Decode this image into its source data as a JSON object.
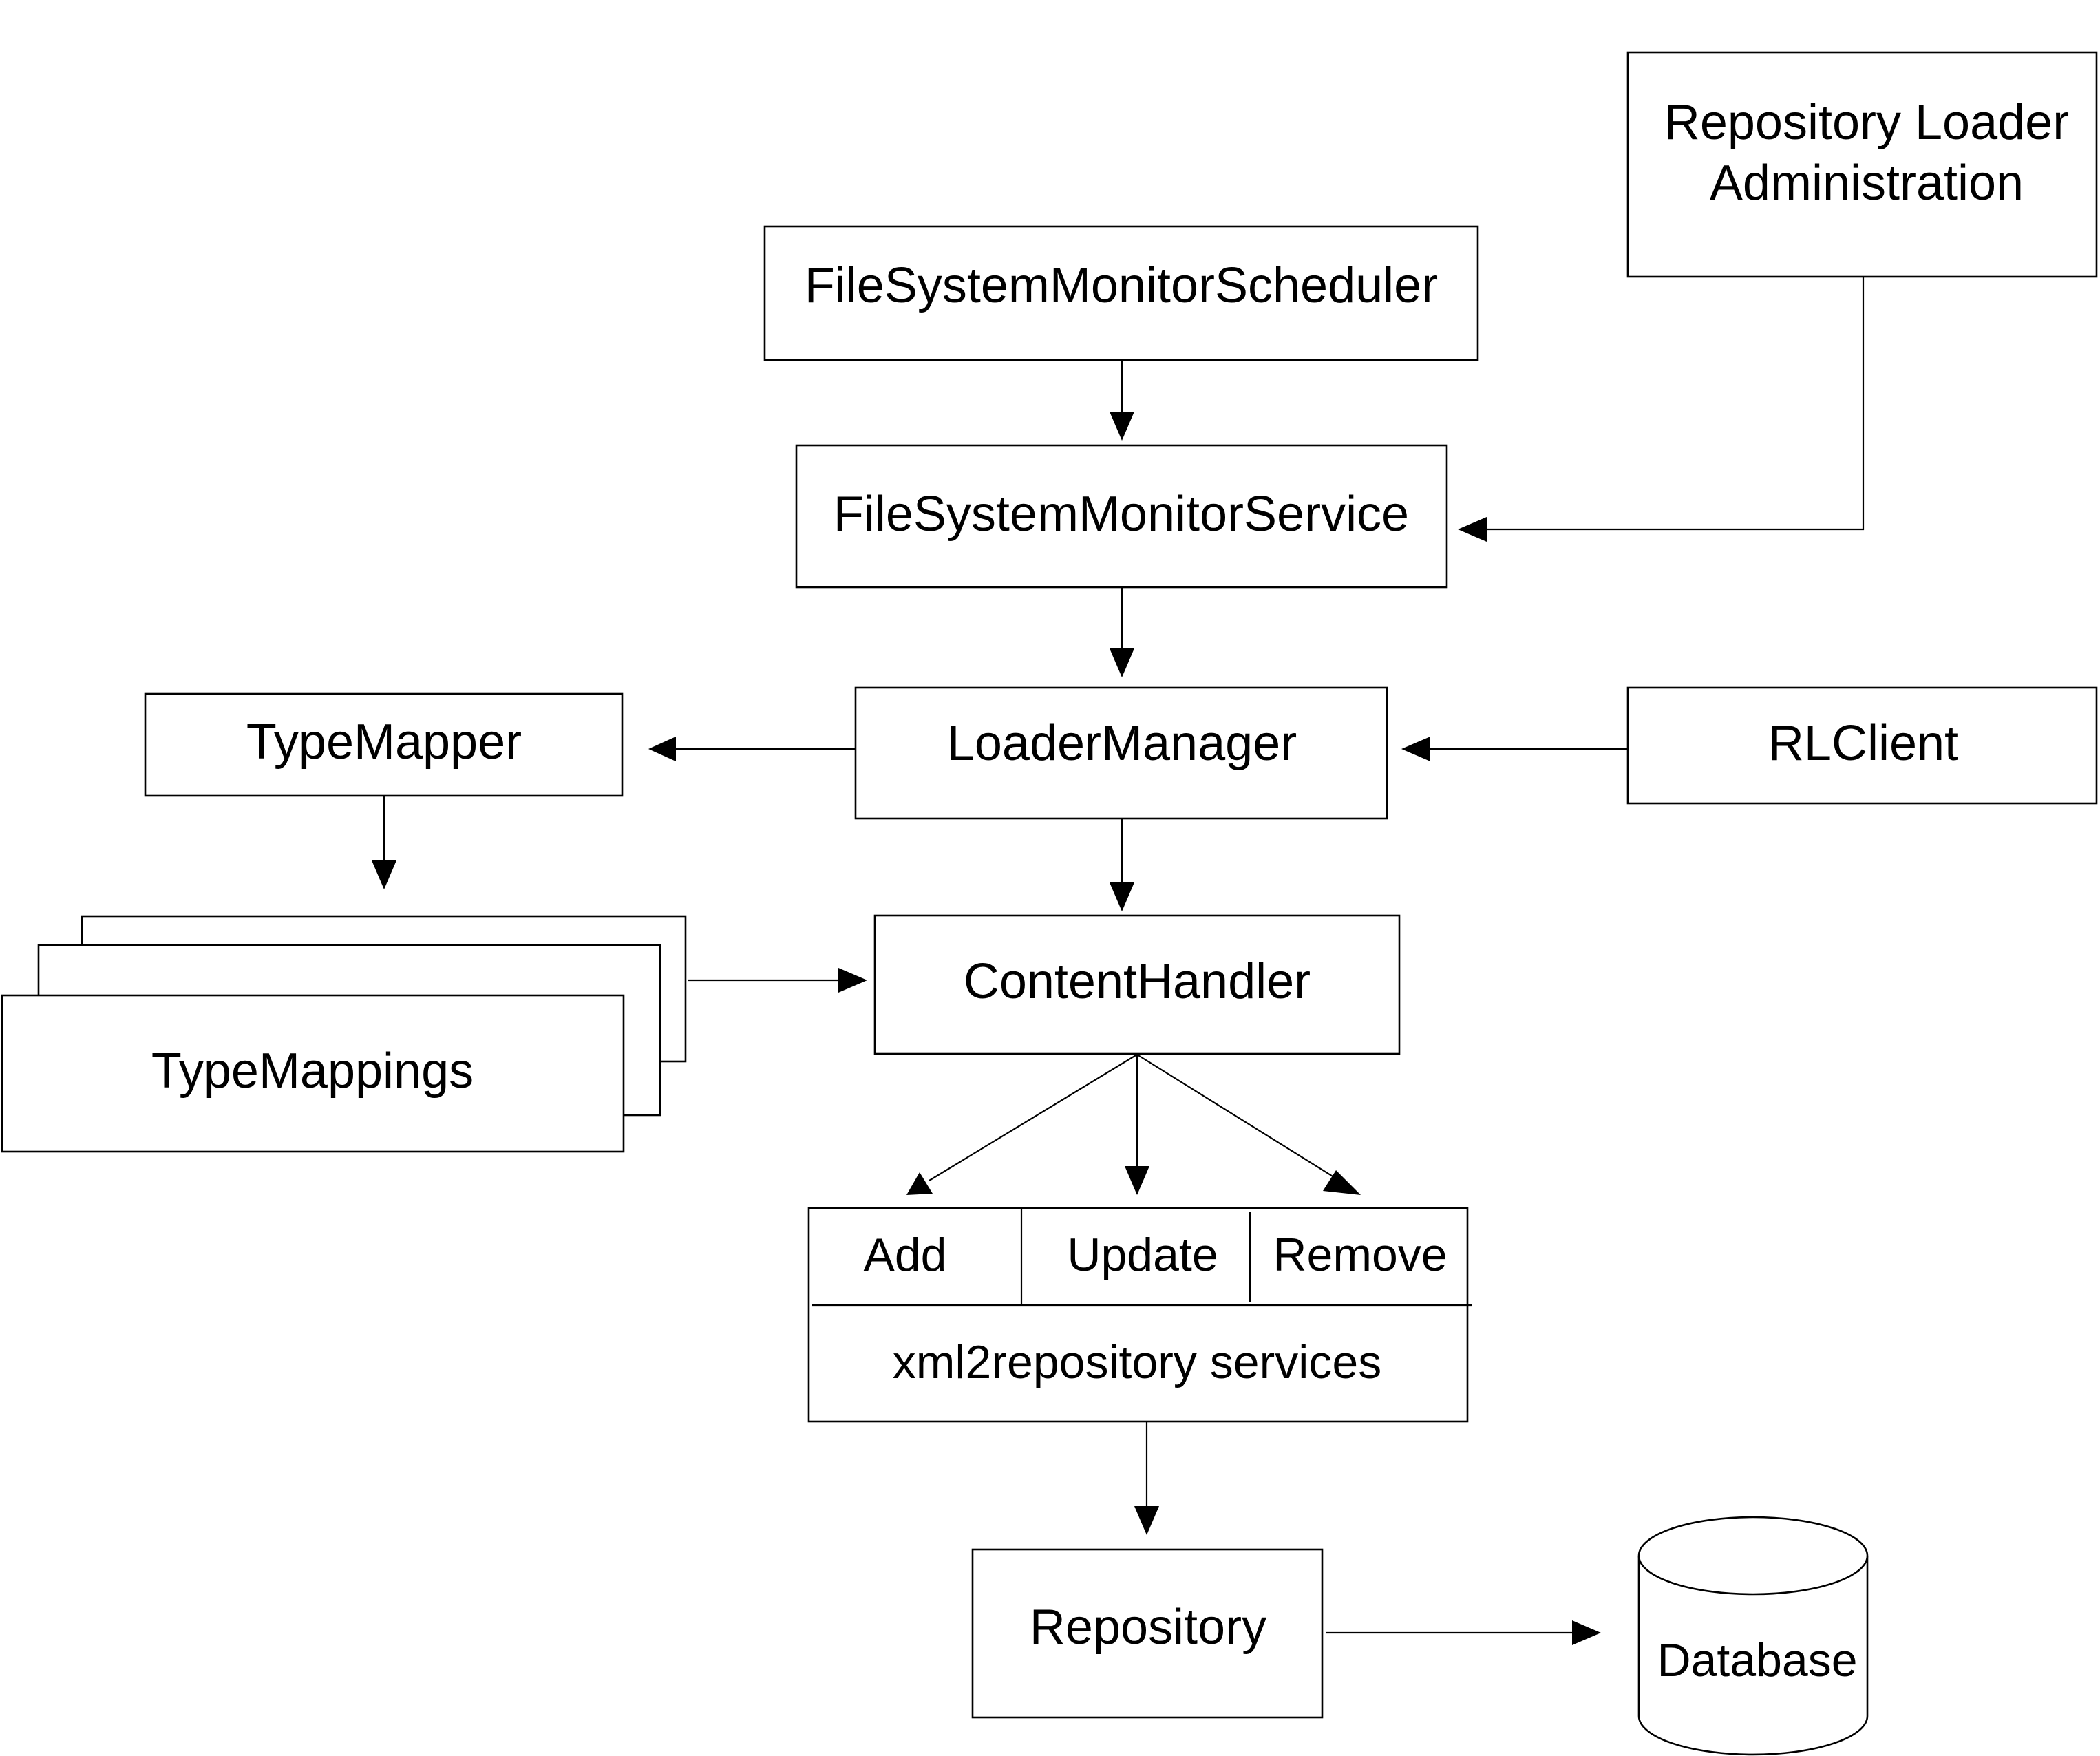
{
  "nodes": {
    "repository_loader_administration": [
      "Repository Loader",
      "Administration"
    ],
    "file_system_monitor_scheduler": "FileSystemMonitorScheduler",
    "file_system_monitor_service": "FileSystemMonitorService",
    "type_mapper": "TypeMapper",
    "loader_manager": "LoaderManager",
    "rl_client": "RLClient",
    "type_mappings": "TypeMappings",
    "content_handler": "ContentHandler",
    "xml2repository": {
      "operations": [
        "Add",
        "Update",
        "Remove"
      ],
      "label": "xml2repository services"
    },
    "repository": "Repository",
    "database": "Database"
  },
  "edges": [
    {
      "from": "FileSystemMonitorScheduler",
      "to": "FileSystemMonitorService"
    },
    {
      "from": "Repository Loader Administration",
      "to": "FileSystemMonitorService"
    },
    {
      "from": "FileSystemMonitorService",
      "to": "LoaderManager"
    },
    {
      "from": "LoaderManager",
      "to": "TypeMapper"
    },
    {
      "from": "RLClient",
      "to": "LoaderManager"
    },
    {
      "from": "LoaderManager",
      "to": "ContentHandler"
    },
    {
      "from": "TypeMapper",
      "to": "TypeMappings"
    },
    {
      "from": "TypeMappings",
      "to": "ContentHandler"
    },
    {
      "from": "ContentHandler",
      "to": "Add"
    },
    {
      "from": "ContentHandler",
      "to": "Update"
    },
    {
      "from": "ContentHandler",
      "to": "Remove"
    },
    {
      "from": "xml2repository services",
      "to": "Repository"
    },
    {
      "from": "Repository",
      "to": "Database"
    }
  ]
}
